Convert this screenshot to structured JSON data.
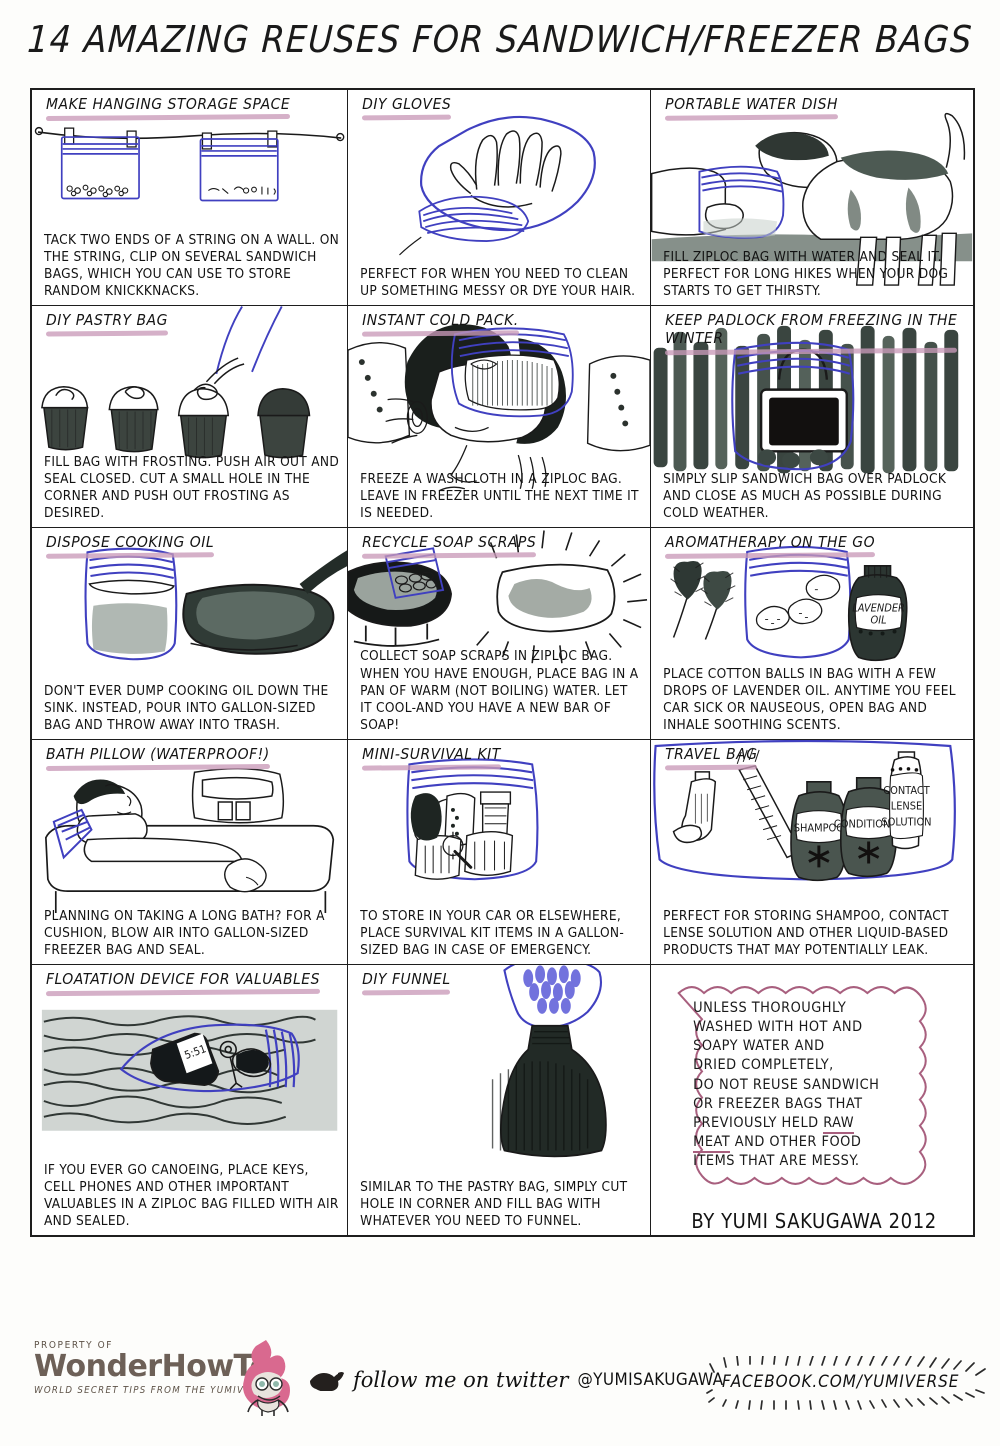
{
  "title": "14 AMAZING REUSES FOR SANDWICH/FREEZER BAGS",
  "accent_underline_color": "#c99ab8",
  "bag_outline_color": "#4040c0",
  "warning_border_color": "#a85f7e",
  "panels": [
    {
      "heading": "MAKE HANGING STORAGE SPACE",
      "body": "TACK TWO ENDS OF A STRING ON A WALL. ON THE STRING, CLIP ON SEVERAL SANDWICH BAGS, WHICH YOU CAN USE TO STORE RANDOM KNICKKNACKS.",
      "art": "two-bags-clipped-on-string"
    },
    {
      "heading": "DIY GLOVES",
      "body": "PERFECT FOR WHEN YOU NEED TO CLEAN UP SOMETHING MESSY OR DYE YOUR HAIR.",
      "art": "hand-inside-plastic-bag"
    },
    {
      "heading": "PORTABLE WATER DISH",
      "body": "FILL ZIPLOC BAG WITH WATER AND SEAL IT. PERFECT FOR LONG HIKES WHEN YOUR DOG STARTS TO GET THIRSTY.",
      "art": "dog-drinking-from-bag-held-by-hand"
    },
    {
      "heading": "DIY PASTRY BAG",
      "body": "FILL BAG WITH FROSTING. PUSH AIR OUT AND SEAL CLOSED. CUT A SMALL HOLE IN THE CORNER AND PUSH OUT FROSTING AS DESIRED.",
      "art": "four-cupcakes-being-frosted"
    },
    {
      "heading": "INSTANT COLD PACK.",
      "body": "FREEZE A WASHCLOTH IN A ZIPLOC BAG. LEAVE IN FREEZER UNTIL THE NEXT TIME IT IS NEEDED.",
      "art": "person-lying-with-cold-pack-on-forehead"
    },
    {
      "heading": "KEEP PADLOCK FROM FREEZING IN THE WINTER",
      "body": "SIMPLY SLIP SANDWICH BAG OVER PADLOCK AND CLOSE AS MUCH AS POSSIBLE DURING COLD WEATHER.",
      "art": "padlock-in-bag-on-dark-fence"
    },
    {
      "heading": "DISPOSE COOKING OIL",
      "body": "DON'T EVER DUMP COOKING OIL DOWN THE SINK. INSTEAD, POUR INTO GALLON-SIZED BAG AND THROW AWAY INTO TRASH.",
      "art": "bag-of-oil-beside-frying-pan"
    },
    {
      "heading": "RECYCLE SOAP SCRAPS",
      "body": "COLLECT SOAP SCRAPS IN ZIPLOC BAG. WHEN YOU HAVE ENOUGH, PLACE BAG IN A PAN OF WARM (NOT BOILING) WATER. LET IT COOL-AND YOU HAVE A NEW BAR OF SOAP!",
      "art": "soap-bag-in-pan-and-new-soap-bar"
    },
    {
      "heading": "AROMATHERAPY ON THE GO",
      "body": "PLACE COTTON BALLS IN BAG WITH A FEW DROPS OF LAVENDER OIL. ANYTIME YOU FEEL CAR SICK OR NAUSEOUS, OPEN BAG AND INHALE SOOTHING SCENTS.",
      "art": "lavender-sprigs-bag-of-cotton-balls-oil-bottle",
      "label": "LAVENDER OIL"
    },
    {
      "heading": "BATH PILLOW (WATERPROOF!)",
      "body": "PLANNING ON TAKING A LONG BATH? FOR A CUSHION, BLOW AIR INTO GALLON-SIZED FREEZER BAG AND SEAL.",
      "art": "person-in-bathtub-with-bag-pillow"
    },
    {
      "heading": "MINI-SURVIVAL KIT",
      "body": "TO STORE IN YOUR CAR OR ELSEWHERE, PLACE SURVIVAL KIT ITEMS IN A GALLON-SIZED BAG IN CASE OF EMERGENCY.",
      "art": "bag-filled-with-survival-items"
    },
    {
      "heading": "TRAVEL BAG",
      "body": "PERFECT FOR STORING SHAMPOO, CONTACT LENSE SOLUTION AND OTHER LIQUID-BASED PRODUCTS THAT MAY POTENTIALLY LEAK.",
      "art": "toiletries-inside-bag",
      "labels": [
        "SHAMPOO",
        "CONDITIONER",
        "CONTACT LENSE SOLUTION"
      ]
    },
    {
      "heading": "FLOATATION DEVICE FOR VALUABLES",
      "body": "IF YOU EVER GO CANOEING, PLACE KEYS, CELL PHONES AND OTHER IMPORTANT VALUABLES IN A ZIPLOC BAG FILLED WITH AIR AND SEALED.",
      "art": "bag-with-phone-and-keys-floating-in-water",
      "phone_time": "5:51"
    },
    {
      "heading": "DIY FUNNEL",
      "body": "SIMILAR TO THE PASTRY BAG, SIMPLY CUT HOLE IN CORNER AND FILL BAG WITH WHATEVER YOU NEED TO FUNNEL.",
      "art": "bag-funneling-contents-into-dark-container"
    }
  ],
  "warning": {
    "line1": "UNLESS THOROUGHLY",
    "line2": "WASHED WITH HOT AND",
    "line3": "SOAPY WATER AND",
    "line4": "DRIED COMPLETELY,",
    "line5": "DO NOT REUSE SANDWICH",
    "line6": "OR FREEZER BAGS THAT",
    "line7_pre": "PREVIOUSLY HELD ",
    "line7_em": "RAW",
    "line8_em": "MEAT",
    "line8_post": " AND OTHER FOOD",
    "line9": "ITEMS THAT ARE MESSY."
  },
  "signature": "BY YUMI SAKUGAWA 2012",
  "footer": {
    "property_of": "PROPERTY OF",
    "brand": "WonderHowTo",
    "tagline": "WORLD SECRET TIPS FROM THE YUMIVERSE",
    "twitter_script": "follow me on twitter",
    "twitter_handle": "@YUMISAKUGAWA",
    "facebook": "FACEBOOK.COM/YUMIVERSE"
  }
}
